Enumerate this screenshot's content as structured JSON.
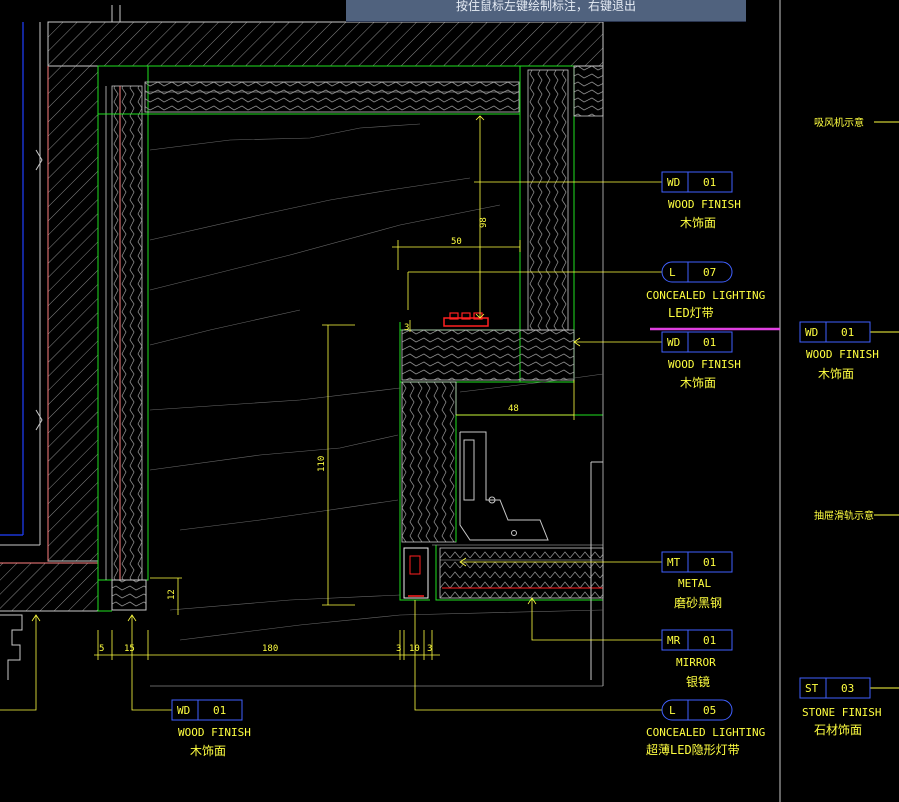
{
  "tooltip": "按住鼠标左键绘制标注，右键退出",
  "colors": {
    "background": "#000000",
    "wall": "#d0d0d0",
    "finish_line": "#20e020",
    "hatch": "#a0a0a0",
    "dimension": "#ffff40",
    "tag_box": "#4060ff",
    "accent_magenta": "#e040e0",
    "led": "#ff2020",
    "wall_edge": "#ff8080",
    "blue_edge": "#2040ff"
  },
  "dimensions": {
    "d98": "98",
    "d50": "50",
    "d3a": "3",
    "d48": "48",
    "d110": "110",
    "d12": "12",
    "d5": "5",
    "d15": "15",
    "d180": "180",
    "d3b": "3",
    "d10": "10",
    "d3c": "3"
  },
  "annotations": [
    {
      "code": "WD",
      "num": "01",
      "en": "WOOD FINISH",
      "cn": "木饰面"
    },
    {
      "code": "L",
      "num": "07",
      "en": "CONCEALED LIGHTING",
      "cn": "LED灯带"
    },
    {
      "code": "WD",
      "num": "01",
      "en": "WOOD FINISH",
      "cn": "木饰面"
    },
    {
      "code": "MT",
      "num": "01",
      "en": "METAL",
      "cn": "磨砂黑钢"
    },
    {
      "code": "MR",
      "num": "01",
      "en": "MIRROR",
      "cn": "银镜"
    },
    {
      "code": "L",
      "num": "05",
      "en": "CONCEALED LIGHTING",
      "cn": "超薄LED隐形灯带"
    },
    {
      "code": "WD",
      "num": "01",
      "en": "WOOD FINISH",
      "cn": "木饰面"
    }
  ],
  "right_panel": {
    "note_top": "吸风机示意",
    "note_mid": "抽屉滑轨示意",
    "wd": {
      "code": "WD",
      "num": "01",
      "en": "WOOD FINISH",
      "cn": "木饰面"
    },
    "st": {
      "code": "ST",
      "num": "03",
      "en": "STONE FINISH",
      "cn": "石材饰面"
    }
  }
}
